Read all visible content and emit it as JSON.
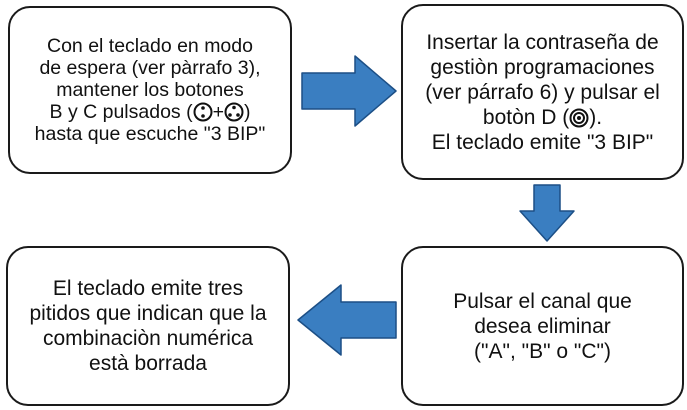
{
  "colors": {
    "arrow_fill": "#3a7ec1",
    "arrow_stroke": "#1c4f86",
    "border": "#1a1a1a"
  },
  "icons": {
    "button_b": "two-dot-button-icon",
    "button_c": "three-dot-button-icon",
    "button_d": "concentric-circles-button-icon"
  },
  "step1": {
    "line1": "Con el teclado en modo",
    "line2": "de espera (ver pàrrafo 3),",
    "line3": "mantener los botones",
    "line4_pre": "B y C pulsados (",
    "line4_plus": "+",
    "line4_post": ")",
    "line5": "hasta que escuche \"3 BIP\""
  },
  "step2": {
    "line1": "Insertar la contraseña de",
    "line2": "gestiòn programaciones",
    "line3": "(ver párrafo 6) y pulsar el",
    "line4_pre": "botòn D (",
    "line4_post": ").",
    "line5": "El teclado emite \"3 BIP\""
  },
  "step3": {
    "line1": "Pulsar el canal que",
    "line2": "desea eliminar",
    "line3": "(\"A\", \"B\" o \"C\")"
  },
  "step4": {
    "line1": "El teclado emite tres",
    "line2": "pitidos que indican que la",
    "line3": "combinaciòn numérica",
    "line4": "està borrada"
  }
}
